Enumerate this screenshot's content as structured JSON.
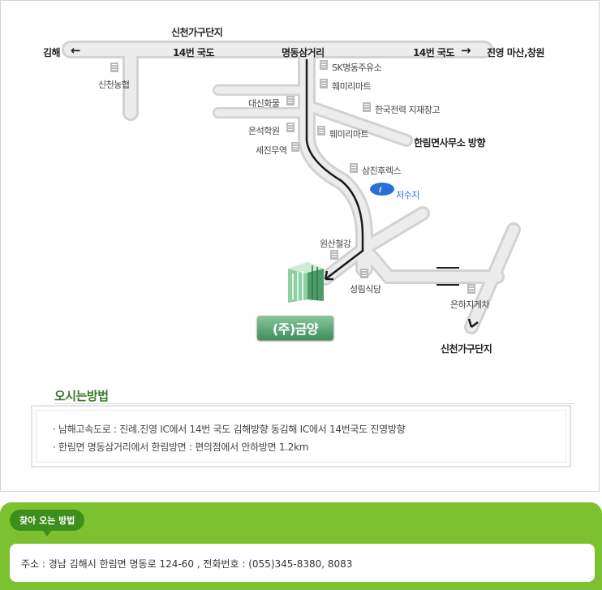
{
  "map": {
    "roads": {
      "top_road": "신천가구단지",
      "left_end": "김해",
      "left_route": "14번 국도",
      "junction": "명동삼거리",
      "right_route": "14번 국도",
      "right_end": "진영 마산,창원",
      "left_arrow": "←",
      "right_arrow": "→"
    },
    "landmarks": [
      {
        "id": "sincheon-nonghyup",
        "label": "신천농협"
      },
      {
        "id": "sk-gas",
        "label": "SK명동주유소"
      },
      {
        "id": "mart-1",
        "label": "훼미리마트"
      },
      {
        "id": "daesin",
        "label": "대신화물"
      },
      {
        "id": "kepco",
        "label": "한국전력 지재창고"
      },
      {
        "id": "eunseok",
        "label": "은석학원"
      },
      {
        "id": "mart-2",
        "label": "훼미리마트"
      },
      {
        "id": "sejin",
        "label": "세진무역"
      },
      {
        "id": "samjin",
        "label": "삼진후렉스"
      },
      {
        "id": "reservoir",
        "label": "저수지"
      },
      {
        "id": "wonsan",
        "label": "원산철강"
      },
      {
        "id": "seongnim",
        "label": "성림식당"
      },
      {
        "id": "eunhaji",
        "label": "은하지게차"
      }
    ],
    "direction_labels": {
      "hallim_office": "한림면사무소 방향",
      "sincheon_bottom": "신천가구단지"
    },
    "company": "(주)금양"
  },
  "directions": {
    "title": "오시는방법",
    "items": [
      "· 남해고속도로 :  진례.진영 IC에서 14번 국도 김해방향 동김해 IC에서 14번국도 진영방향",
      "· 한림면 명동삼거리에서 한림방면 :  편의점에서 안하방면 1.2km"
    ]
  },
  "footer": {
    "tab_label": "찾아 오는 방법",
    "address": "주소 : 경남 김해시 한림면 명동로 124-60 , 전화번호 : (055)345-8380, 8083"
  },
  "colors": {
    "road": "#e6e6e6",
    "route": "#1a1a1a",
    "accent_green": "#7cc230",
    "title_green": "#3b7a2a"
  }
}
